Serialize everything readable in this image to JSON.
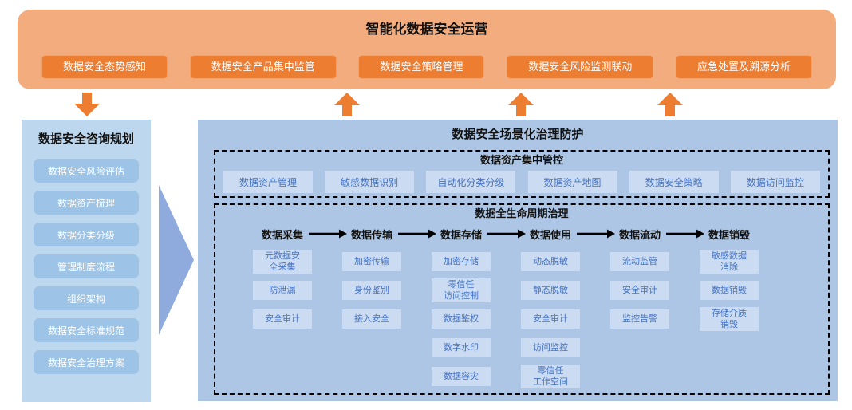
{
  "colors": {
    "top_panel_bg": "#F3AC7E",
    "top_button_bg": "#ED7D31",
    "arrow_orange": "#ED7D31",
    "left_panel_bg": "#BDD7EE",
    "left_item_bg": "#9DC3E6",
    "chevron_blue": "#8FAADC",
    "right_panel_bg": "#ADC6E5",
    "node_bg": "#CBDCF2",
    "node_text": "#4472C4",
    "dashed_border": "#000000"
  },
  "top": {
    "title": "智能化数据安全运营",
    "buttons": [
      "数据安全态势感知",
      "数据安全产品集中监管",
      "数据安全策略管理",
      "数据安全风险监测联动",
      "应急处置及溯源分析"
    ]
  },
  "left": {
    "title": "数据安全咨询规划",
    "items": [
      "数据安全风险评估",
      "数据资产梳理",
      "数据分类分级",
      "管理制度流程",
      "组织架构",
      "数据安全标准规范",
      "数据安全治理方案"
    ]
  },
  "right": {
    "title": "数据安全场景化治理防护",
    "asset_control": {
      "title": "数据资产集中管控",
      "items": [
        "数据资产管理",
        "敏感数据识别",
        "自动化分类分级",
        "数据资产地图",
        "数据安全策略",
        "数据访问监控"
      ]
    },
    "lifecycle": {
      "title": "数据全生命周期治理",
      "stages": [
        {
          "label": "数据采集",
          "items": [
            "元数据安\n全采集",
            "防泄漏",
            "安全审计"
          ]
        },
        {
          "label": "数据传输",
          "items": [
            "加密传输",
            "身份鉴别",
            "接入安全"
          ]
        },
        {
          "label": "数据存储",
          "items": [
            "加密存储",
            "零信任\n访问控制",
            "数据鉴权",
            "数字水印",
            "数据容灾"
          ]
        },
        {
          "label": "数据使用",
          "items": [
            "动态脱敏",
            "静态脱敏",
            "安全审计",
            "访问监控",
            "零信任\n工作空间"
          ]
        },
        {
          "label": "数据流动",
          "items": [
            "流动监管",
            "安全审计",
            "监控告警"
          ]
        },
        {
          "label": "数据销毁",
          "items": [
            "敏感数据\n消除",
            "数据销毁",
            "存储介质\n销毁"
          ]
        }
      ]
    }
  }
}
